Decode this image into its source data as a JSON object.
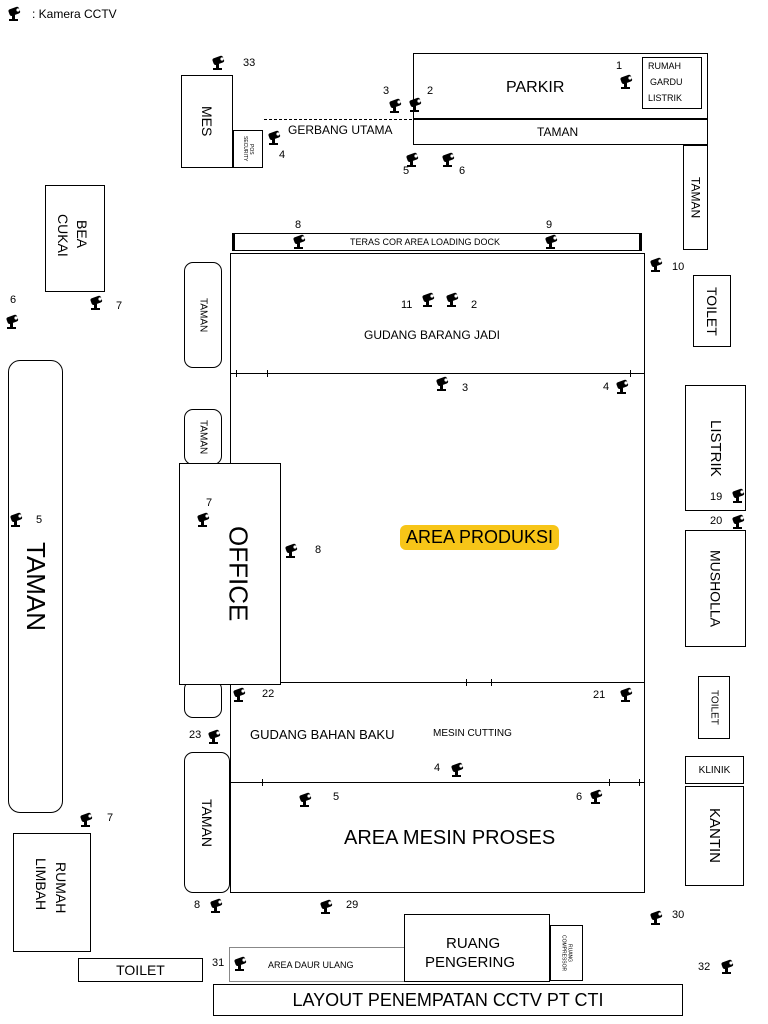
{
  "legend": {
    "label": ": Kamera CCTV",
    "icon": "cctv-camera-icon"
  },
  "title": "LAYOUT PENEMPATAN CCTV PT CTI",
  "rooms": {
    "parkir": "PARKIR",
    "rumah_gardu": [
      "RUMAH",
      "GARDU",
      "LISTRIK"
    ],
    "taman_top": "TAMAN",
    "taman_right_top": "TAMAN",
    "mes": "MES",
    "pos_security": "POS SECURITY",
    "gerbang_utama": "GERBANG UTAMA",
    "bea_cukai": [
      "BEA",
      "CUKAI"
    ],
    "teras": "TERAS COR AREA LOADING DOCK",
    "gudang_barang_jadi": "GUDANG BARANG JADI",
    "taman_left_small": "TAMAN",
    "taman_left_small2": "TAMAN",
    "toilet_right_top": "TOILET",
    "listrik": "LISTRIK",
    "musholla": "MUSHOLLA",
    "taman_big": "TAMAN",
    "office": "OFFICE",
    "area_produksi": "AREA PRODUKSI",
    "gudang_bahan_baku": "GUDANG BAHAN BAKU",
    "mesin_cutting": "MESIN CUTTING",
    "toilet_right_mid": "TOILET",
    "klinik": "KLINIK",
    "kantin": "KANTIN",
    "taman_bottom_left": "TAMAN",
    "area_mesin_proses": "AREA MESIN PROSES",
    "rumah_limbah": [
      "RUMAH",
      "LIMBAH"
    ],
    "toilet_bottom": "TOILET",
    "area_daur_ulang": "AREA DAUR ULANG",
    "ruang_pengering": [
      "RUANG",
      "PENGERING"
    ],
    "ruang_compressor": "RUANG COMPRESSOR"
  },
  "cameras": [
    "1",
    "2",
    "3",
    "4",
    "5",
    "6",
    "33",
    "8",
    "9",
    "10",
    "6",
    "7",
    "11",
    "2",
    "3",
    "4",
    "19",
    "20",
    "5",
    "7",
    "8",
    "22",
    "21",
    "23",
    "4",
    "5",
    "6",
    "7",
    "8",
    "29",
    "30",
    "31",
    "32"
  ]
}
